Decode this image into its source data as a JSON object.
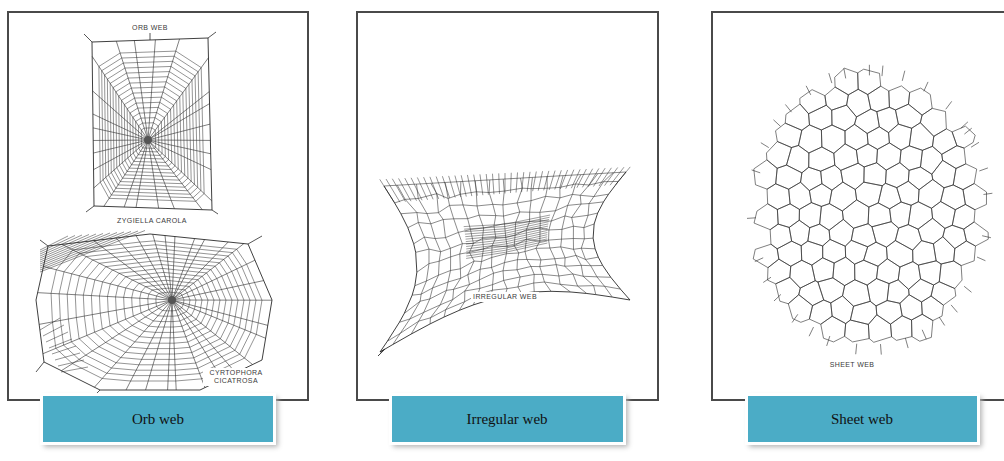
{
  "diagram": {
    "nodes": [
      {
        "text": [
          "Orb web"
        ]
      },
      {
        "text": [
          "Irregular web"
        ]
      },
      {
        "text": [
          "Sheet web"
        ]
      }
    ],
    "labels": [
      "ORB WEB",
      "ZYGIELLA CAROLA",
      "CYRTOPHORA CICATROSA",
      "IRREGULAR WEB",
      "SHEET WEB"
    ]
  }
}
